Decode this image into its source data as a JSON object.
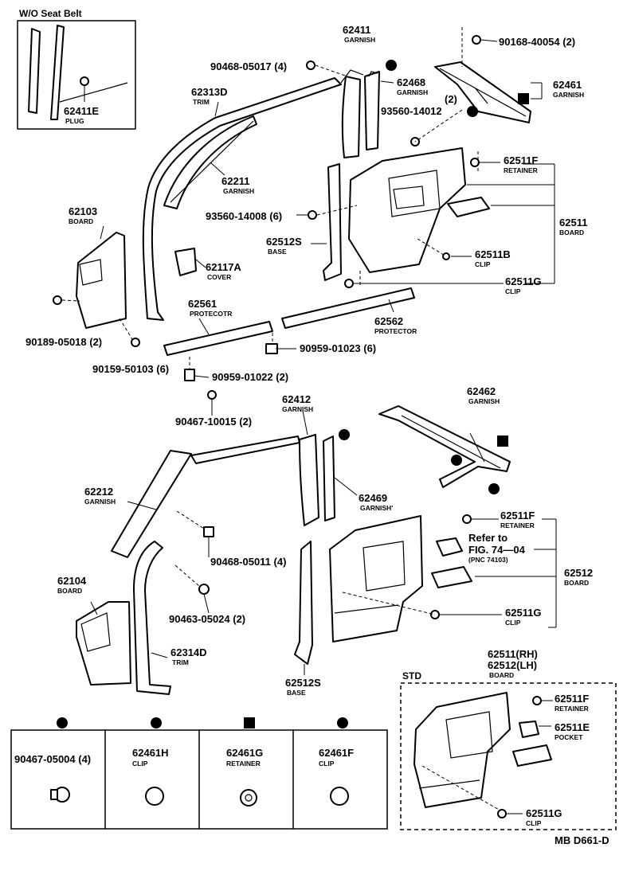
{
  "inset": {
    "title": "W/O Seat Belt",
    "part": "62411E",
    "part_caption": "PLUG"
  },
  "labels": {
    "p62411": "62411",
    "p62411_cap": "GARNISH",
    "p90168": "90168-40054 (2)",
    "p90468a": "90468-05017 (4)",
    "p62468": "62468",
    "p62468_cap": "GARNISH",
    "p62468_qty": "(2)",
    "p62461": "62461",
    "p62461_cap": "GARNISH",
    "p62313D": "62313D",
    "p62313D_cap": "TRIM",
    "p93560a": "93560-14012",
    "p62211": "62211",
    "p62211_cap": "GARNISH",
    "p62511F_a": "62511F",
    "p62511F_a_cap": "RETAINER",
    "p62103": "62103",
    "p62103_cap": "BOARD",
    "p93560b": "93560-14008 (6)",
    "p62511_a": "62511",
    "p62511_a_cap": "BOARD",
    "p62512S_a": "62512S",
    "p62512S_a_cap": "BASE",
    "p62511B": "62511B",
    "p62511B_cap": "CLIP",
    "p62117A": "62117A",
    "p62117A_cap": "COVER",
    "p62511G_a": "62511G",
    "p62511G_a_cap": "CLIP",
    "p62561": "62561",
    "p62561_cap": "PROTECOTR",
    "p62562": "62562",
    "p62562_cap": "PROTECTOR",
    "p90189": "90189-05018 (2)",
    "p90959a": "90959-01023 (6)",
    "p90159": "90159-50103 (6)",
    "p90959b": "90959-01022 (2)",
    "p62462": "62462",
    "p62462_cap": "GARNISH",
    "p62412": "62412",
    "p62412_cap": "GARNISH",
    "p90467a": "90467-10015 (2)",
    "p62212": "62212",
    "p62212_cap": "GARNISH",
    "p62469": "62469",
    "p62469_cap": "GARNISH'",
    "p62511F_b": "62511F",
    "p62511F_b_cap": "RETAINER",
    "refer1": "Refer to",
    "refer2": "FIG. 74—04",
    "refer3": "(PNC 74103)",
    "p90468b": "90468-05011 (4)",
    "p62512_b": "62512",
    "p62512_b_cap": "BOARD",
    "p62104": "62104",
    "p62104_cap": "BOARD",
    "p90463": "90463-05024 (2)",
    "p62511G_b": "62511G",
    "p62511G_b_cap": "CLIP",
    "p62314D": "62314D",
    "p62314D_cap": "TRIM",
    "p62512S_b": "62512S",
    "p62512S_b_cap": "BASE",
    "p62511rh": "62511(RH)",
    "p62512lh": "62512(LH)",
    "p6251x_cap": "BOARD",
    "std": "STD",
    "p62511F_c": "62511F",
    "p62511F_c_cap": "RETAINER",
    "p62511E": "62511E",
    "p62511E_cap": "POCKET",
    "p62511G_c": "62511G",
    "p62511G_c_cap": "CLIP",
    "code": "MB D661-D"
  },
  "legend": [
    {
      "symbol": "circle-s",
      "part": "90467-05004 (4)",
      "caption": ""
    },
    {
      "symbol": "half-circle",
      "part": "62461H",
      "caption": "CLIP"
    },
    {
      "symbol": "diamond",
      "part": "62461G",
      "caption": "RETAINER"
    },
    {
      "symbol": "triangle",
      "part": "62461F",
      "caption": "CLIP"
    }
  ]
}
